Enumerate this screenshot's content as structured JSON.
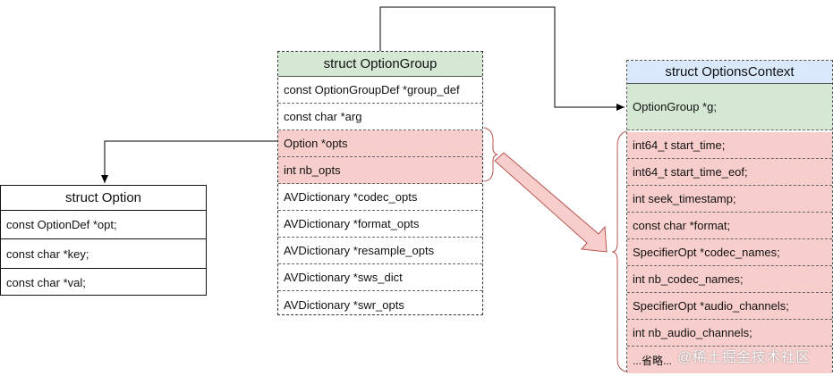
{
  "option_group": {
    "title": "struct OptionGroup",
    "fields": [
      {
        "label": "const OptionGroupDef *group_def",
        "highlight": false
      },
      {
        "label": "const char *arg",
        "highlight": false
      },
      {
        "label": "Option *opts",
        "highlight": true
      },
      {
        "label": "int nb_opts",
        "highlight": true
      },
      {
        "label": "AVDictionary *codec_opts",
        "highlight": false
      },
      {
        "label": "AVDictionary *format_opts",
        "highlight": false
      },
      {
        "label": "AVDictionary *resample_opts",
        "highlight": false
      },
      {
        "label": "AVDictionary *sws_dict",
        "highlight": false
      },
      {
        "label": "AVDictionary *swr_opts",
        "highlight": false
      }
    ]
  },
  "option": {
    "title": "struct Option",
    "fields": [
      "const OptionDef *opt;",
      "const char *key;",
      "const char *val;"
    ]
  },
  "options_context": {
    "title": "struct OptionsContext",
    "group_field": "OptionGroup *g;",
    "fields": [
      "int64_t start_time;",
      "int64_t start_time_eof;",
      "int seek_timestamp;",
      "const char *format;",
      "SpecifierOpt *codec_names;",
      "int  nb_codec_names;",
      "SpecifierOpt *audio_channels;",
      "int  nb_audio_channels;",
      "...省略..."
    ]
  },
  "watermark": "@稀土掘金技术社区",
  "colors": {
    "header_green": "#d5e8d4",
    "header_blue": "#dae8fc",
    "highlight_pink": "#f8cecc",
    "arrow_fill": "#f8cecc",
    "arrow_stroke": "#b85450"
  }
}
